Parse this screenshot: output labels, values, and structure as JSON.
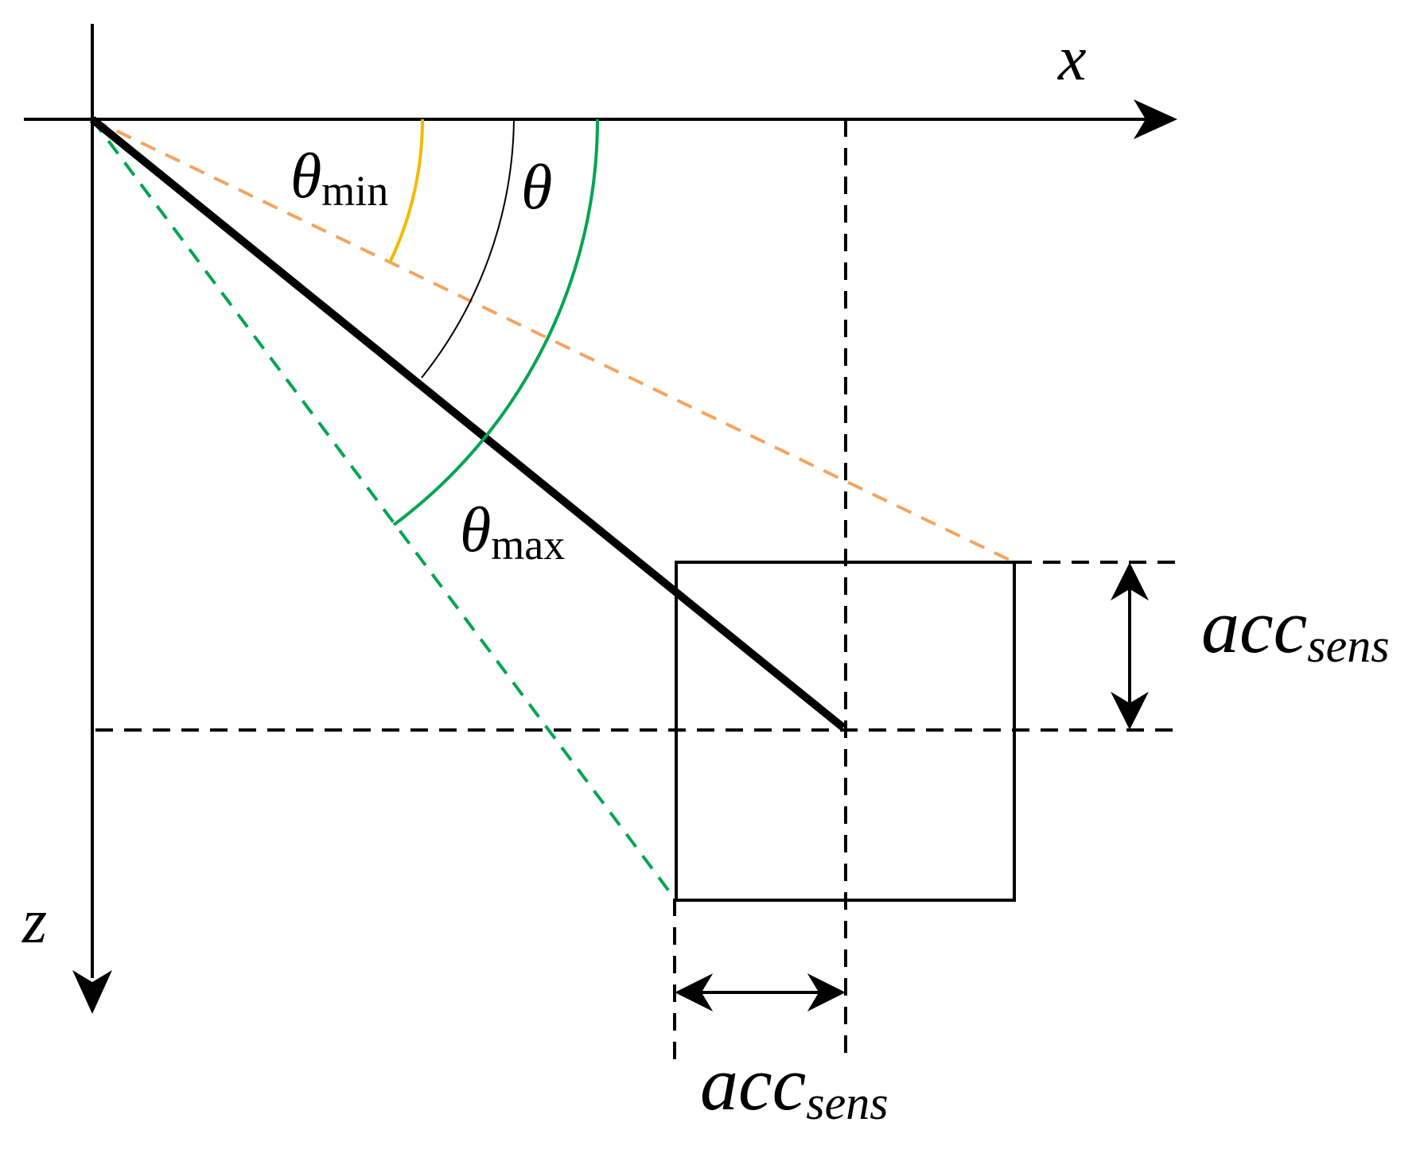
{
  "axes": {
    "x_label": "x",
    "z_label": "z"
  },
  "angles": {
    "theta_symbol": "θ",
    "min_subscript": "min",
    "max_subscript": "max"
  },
  "accuracy": {
    "base": "acc",
    "subscript": "sens"
  },
  "colors": {
    "axis": "#000000",
    "beam": "#000000",
    "theta_min_arc": "#F5B800",
    "theta_max_arc": "#00A550",
    "min_ray": "#F4A460",
    "max_ray": "#00A550",
    "guide": "#000000"
  }
}
